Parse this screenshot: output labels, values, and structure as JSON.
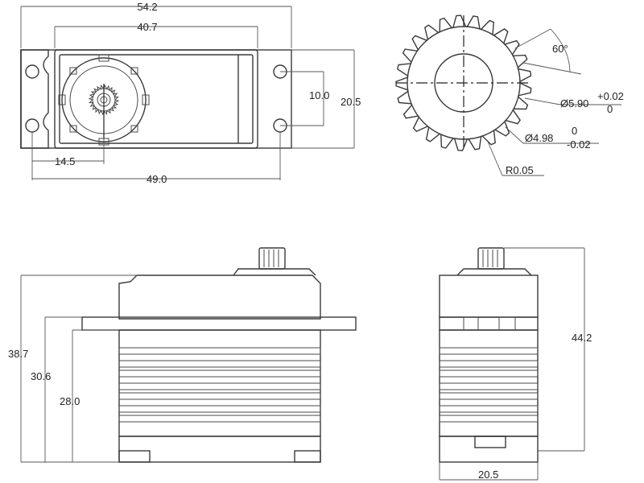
{
  "top_view": {
    "overall_width": "54.2",
    "case_width": "40.7",
    "hole_spacing_v": "10.0",
    "flange_height": "20.5",
    "shaft_offset": "14.5",
    "hole_spacing_h": "49.0"
  },
  "gear_detail": {
    "angle": "60°",
    "outer_dia": "Ø5.90",
    "outer_tol_upper": "+0.02",
    "outer_tol_lower": "0",
    "root_dia": "Ø4.98",
    "root_tol_upper": "0",
    "root_tol_lower": "-0.02",
    "radius": "R0.05"
  },
  "side_view": {
    "total_height": "38.7",
    "mount_height": "30.6",
    "body_height": "28.0"
  },
  "end_view": {
    "height": "44.2",
    "width": "20.5"
  }
}
